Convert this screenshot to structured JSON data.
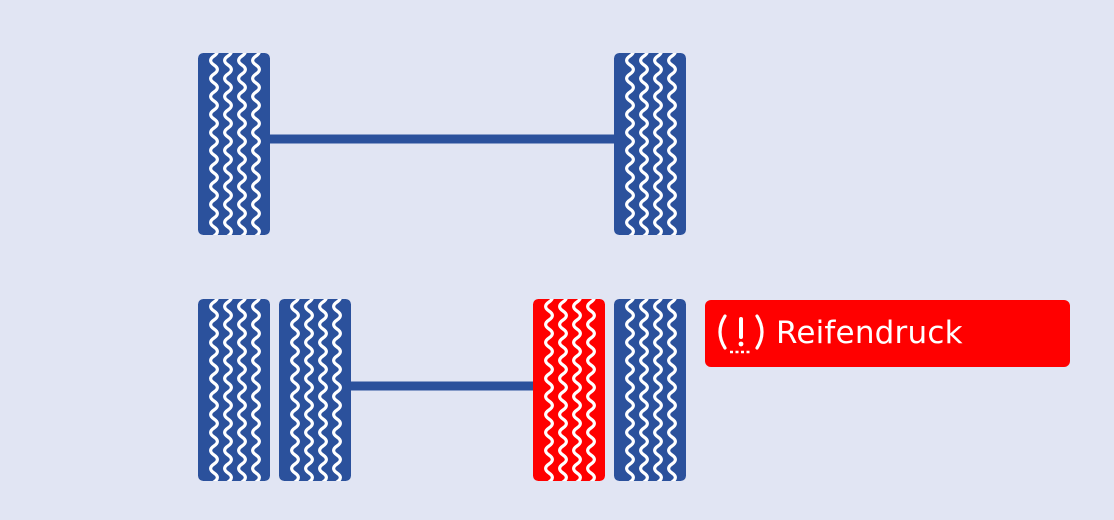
{
  "colors": {
    "background": "#e1e5f3",
    "tire_normal": "#2b519c",
    "tire_alert": "#ff0000",
    "tread": "#ffffff",
    "alert_background": "#ff0000",
    "alert_text": "#ffffff"
  },
  "axles": [
    {
      "name": "front-axle",
      "tires": [
        {
          "position": "front-left",
          "status": "normal"
        },
        {
          "position": "front-right",
          "status": "normal"
        }
      ]
    },
    {
      "name": "rear-axle",
      "tires": [
        {
          "position": "rear-left-outer",
          "status": "normal"
        },
        {
          "position": "rear-left-inner",
          "status": "normal"
        },
        {
          "position": "rear-right-inner",
          "status": "alert"
        },
        {
          "position": "rear-right-outer",
          "status": "normal"
        }
      ]
    }
  ],
  "alert": {
    "icon": "tire-pressure-warning-icon",
    "label": "Reifendruck"
  }
}
